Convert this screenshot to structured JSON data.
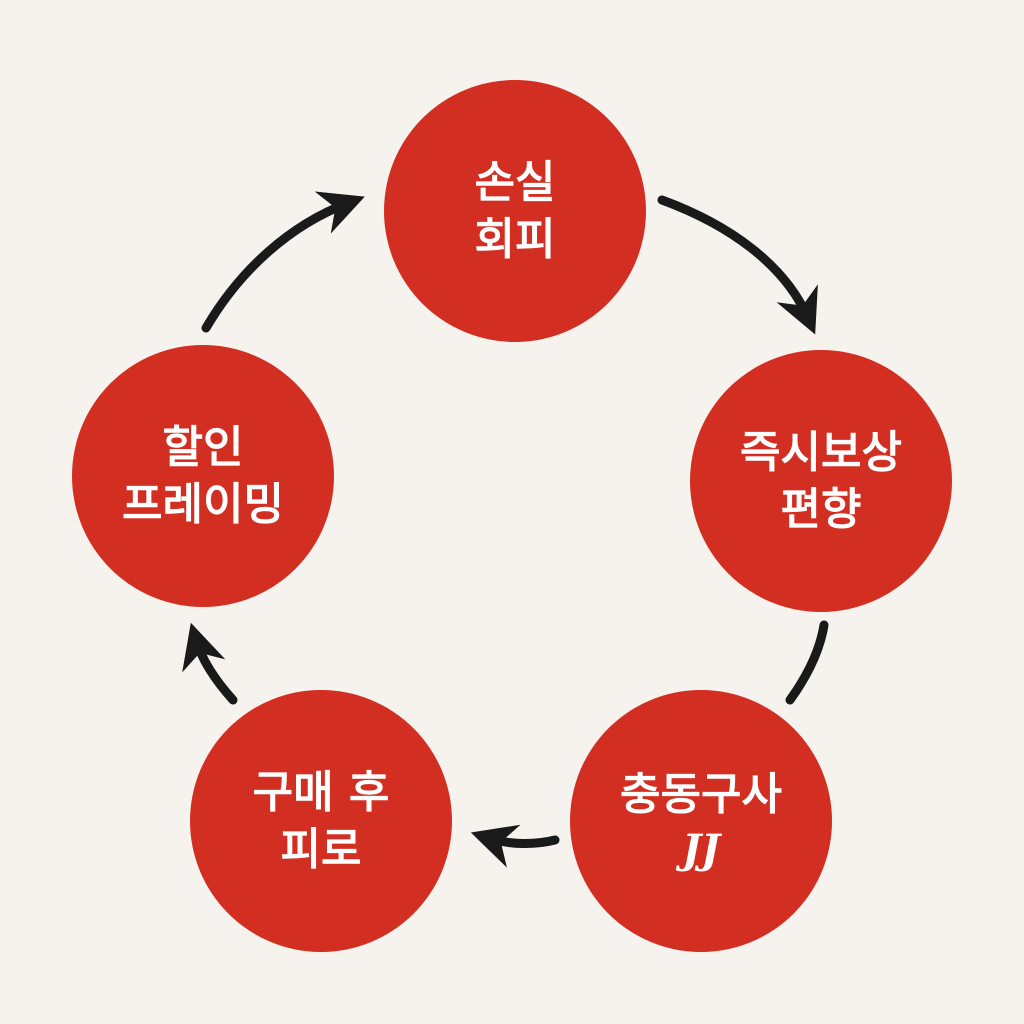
{
  "diagram": {
    "nodes": [
      {
        "id": "top",
        "line1": "손실",
        "line2": "회피"
      },
      {
        "id": "right",
        "line1": "즉시보상",
        "line2": "편향"
      },
      {
        "id": "bottom_right",
        "line1": "충동구사",
        "line2": "JJ"
      },
      {
        "id": "bottom_left",
        "line1": "구매 후",
        "line2": "피로"
      },
      {
        "id": "left",
        "line1": "할인",
        "line2": "프레이밍"
      }
    ],
    "colors": {
      "node_fill": "#d22e22",
      "node_text": "#ffffff",
      "arrow": "#1a1a1a",
      "background": "#f6f2ed"
    },
    "flow": "clockwise"
  }
}
